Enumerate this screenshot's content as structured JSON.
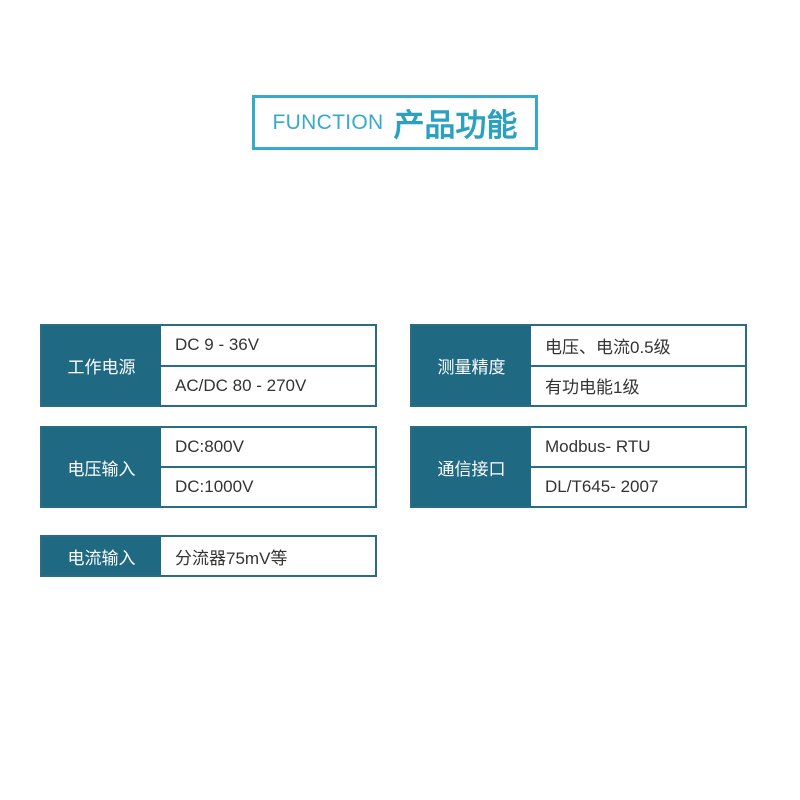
{
  "title": {
    "en": "FUNCTION",
    "zh": "产品功能"
  },
  "specs": [
    {
      "label": "工作电源",
      "values": [
        "DC 9 - 36V",
        "AC/DC 80 - 270V"
      ]
    },
    {
      "label": "电压输入",
      "values": [
        "DC:800V",
        "DC:1000V"
      ]
    },
    {
      "label": "电流输入",
      "values": [
        "分流器75mV等"
      ]
    },
    {
      "label": "测量精度",
      "values": [
        "电压、电流0.5级",
        "有功电能1级"
      ]
    },
    {
      "label": "通信接口",
      "values": [
        "Modbus- RTU",
        "DL/T645- 2007"
      ]
    }
  ],
  "colors": {
    "accent": "#36aac8",
    "accent_strong": "#2aa1c0",
    "label_bg": "#1f6a82",
    "border": "#2a6c84",
    "text": "#333333",
    "background": "#ffffff"
  }
}
